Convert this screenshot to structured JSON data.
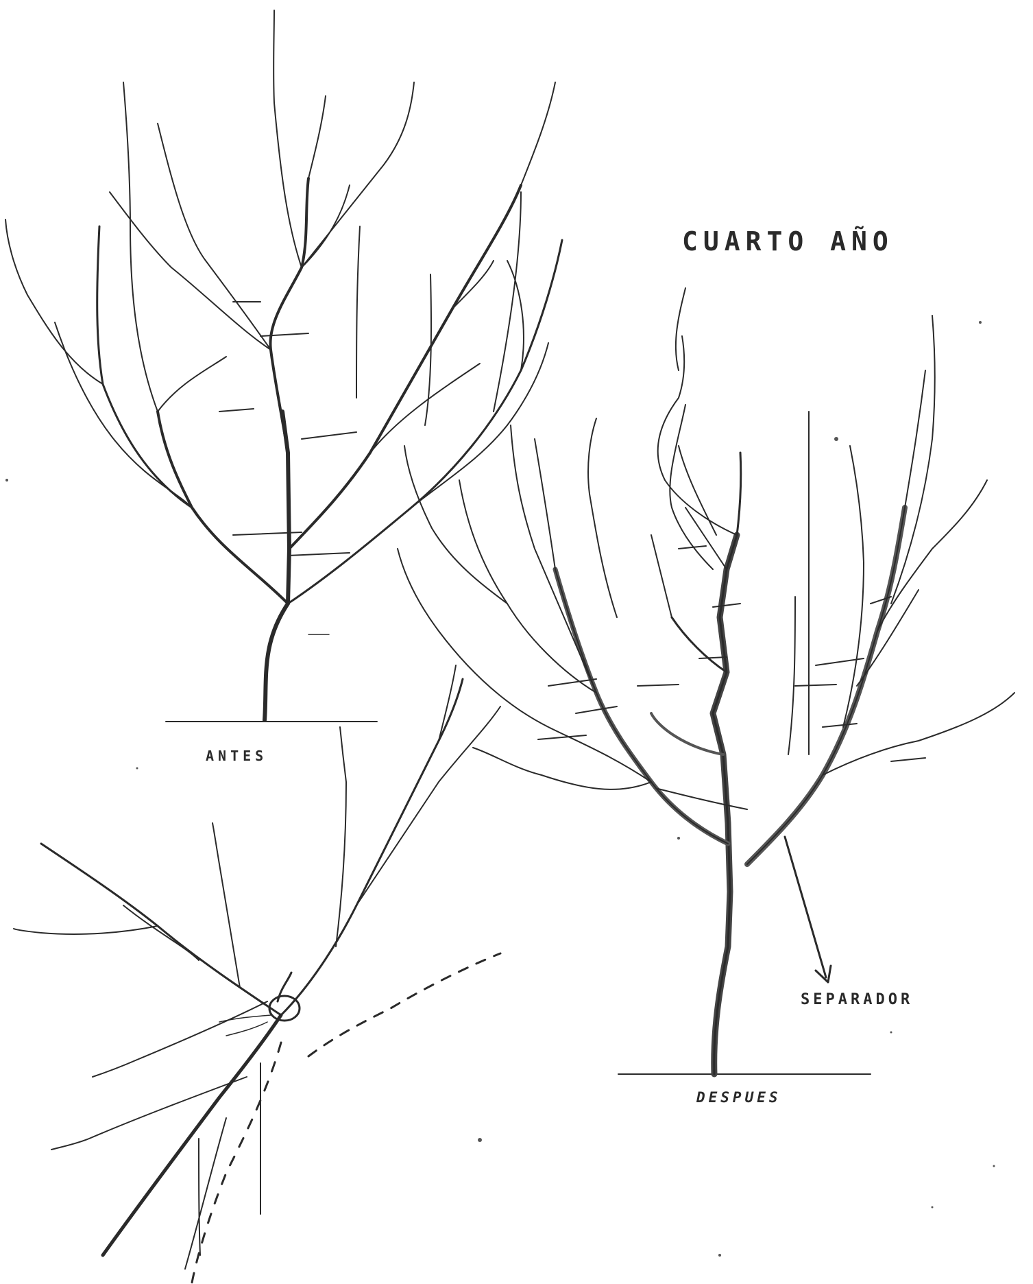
{
  "title": "CUARTO AÑO",
  "labels": {
    "before": "ANTES",
    "spreader": "SEPARADOR",
    "after": "DESPUES"
  },
  "colors": {
    "ink": "#2a2a2a",
    "paper": "#ffffff"
  },
  "figures": [
    {
      "name": "tree-before-pruning",
      "label": "ANTES"
    },
    {
      "name": "tree-after-pruning",
      "label": "DESPUES"
    },
    {
      "name": "spreader-detail",
      "label": "SEPARADOR"
    }
  ]
}
